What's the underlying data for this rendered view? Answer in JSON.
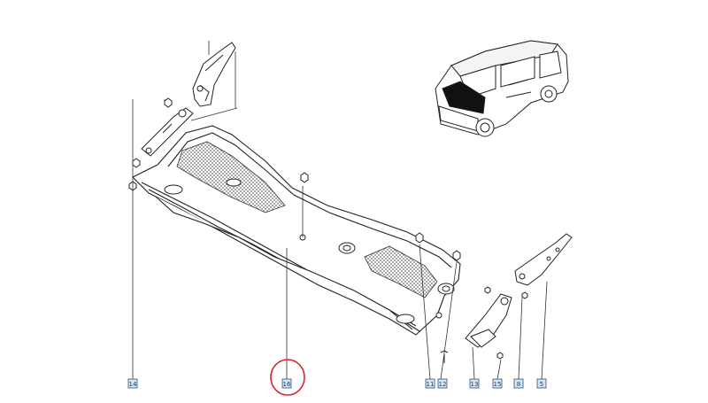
{
  "diagram": {
    "colors": {
      "line": "#222222",
      "leader": "#333333",
      "label_border": "#2a4f7a",
      "label_fill": "#d6e6f5",
      "label_text": "#1a3a6a",
      "highlight": "#d9262c",
      "mesh": "#555555"
    },
    "callouts": [
      {
        "id": "callout-14",
        "text": "14"
      },
      {
        "id": "callout-16",
        "text": "16"
      },
      {
        "id": "callout-11",
        "text": "11"
      },
      {
        "id": "callout-12",
        "text": "12"
      },
      {
        "id": "callout-13",
        "text": "13"
      },
      {
        "id": "callout-15",
        "text": "15"
      },
      {
        "id": "callout-8",
        "text": "8"
      },
      {
        "id": "callout-5",
        "text": "5"
      }
    ],
    "highlighted_callout": "16"
  }
}
